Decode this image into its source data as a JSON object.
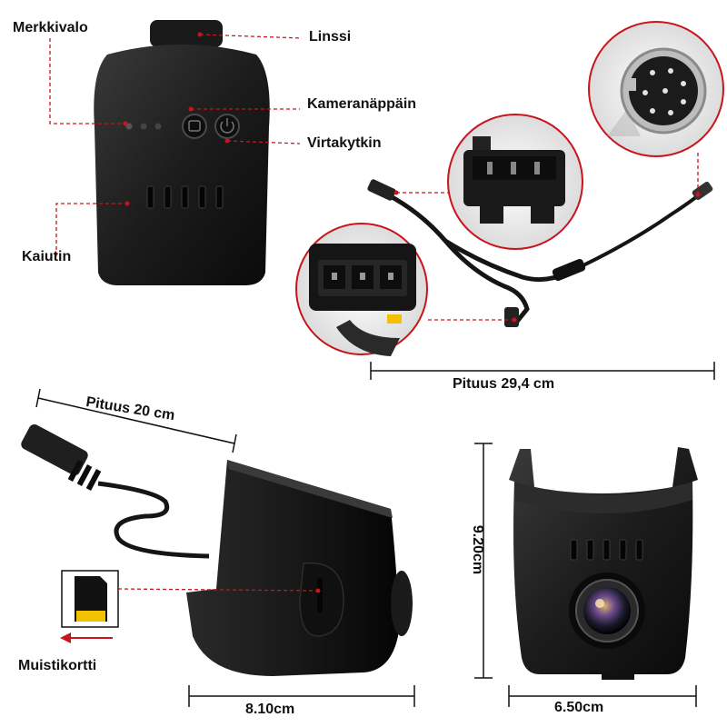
{
  "labels": {
    "indicator_light": "Merkkivalo",
    "lens": "Linssi",
    "camera_button": "Kameranäppäin",
    "power_switch": "Virtakytkin",
    "speaker": "Kaiutin",
    "cable_length_long": "Pituus 29,4 cm",
    "cable_length_short": "Pituus 20 cm",
    "memory_card": "Muistikortti",
    "width_side": "8.10cm",
    "width_front": "6.50cm",
    "height": "9.20cm"
  },
  "colors": {
    "callout_dashed": "#c8141a",
    "device_body": "#1a1a1a",
    "dimension_line": "#111111",
    "sd_card_contacts": "#f2c200"
  },
  "icons": {
    "sd_card": "sd-card-icon",
    "arrow": "arrow-left-icon",
    "lens": "camera-lens-icon"
  }
}
